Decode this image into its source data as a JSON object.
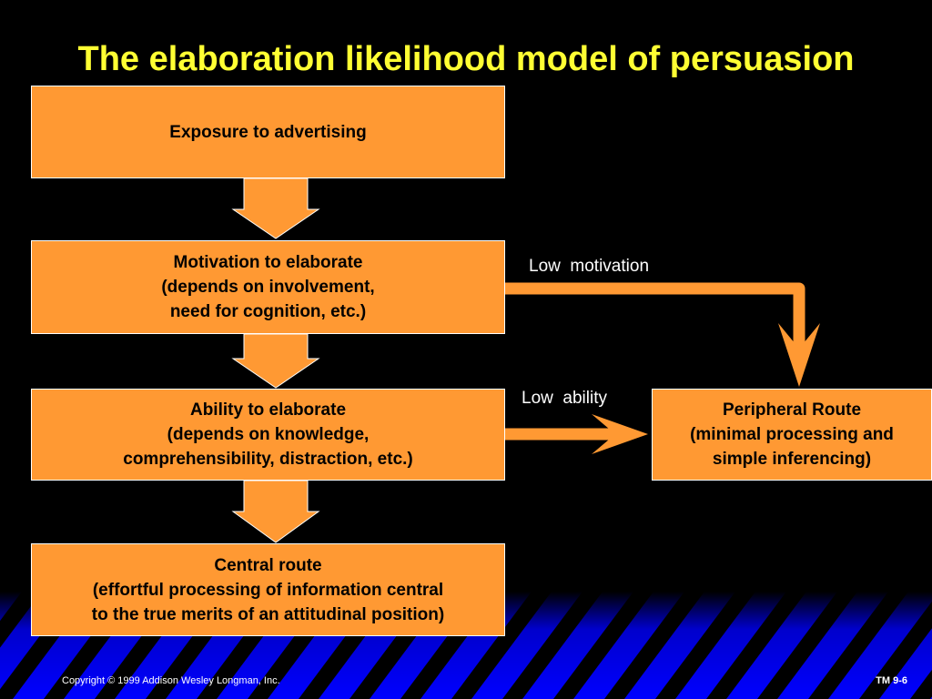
{
  "title": "The elaboration likelihood model of persuasion",
  "boxes": {
    "exposure": {
      "lines": [
        "Exposure to advertising"
      ]
    },
    "motivation": {
      "lines": [
        "Motivation to elaborate",
        "(depends on involvement,",
        "need for cognition, etc.)"
      ]
    },
    "ability": {
      "lines": [
        "Ability to elaborate",
        "(depends on knowledge,",
        "comprehensibility, distraction, etc.)"
      ]
    },
    "central": {
      "lines": [
        "Central route",
        "(effortful processing of information central",
        "to the true merits of an attitudinal position)"
      ]
    },
    "peripheral": {
      "lines": [
        "Peripheral Route",
        "(minimal processing and",
        "simple inferencing)"
      ]
    }
  },
  "labels": {
    "low_motivation": "Low  motivation",
    "low_ability": "Low  ability"
  },
  "footer": {
    "copyright": "Copyright © 1999 Addison Wesley Longman, Inc.",
    "slide_number": "TM 9-6"
  },
  "colors": {
    "background": "#000000",
    "title": "#ffff33",
    "box_fill": "#ff9933",
    "arrow": "#ff9933",
    "stripe_blue": "#0000ff"
  }
}
